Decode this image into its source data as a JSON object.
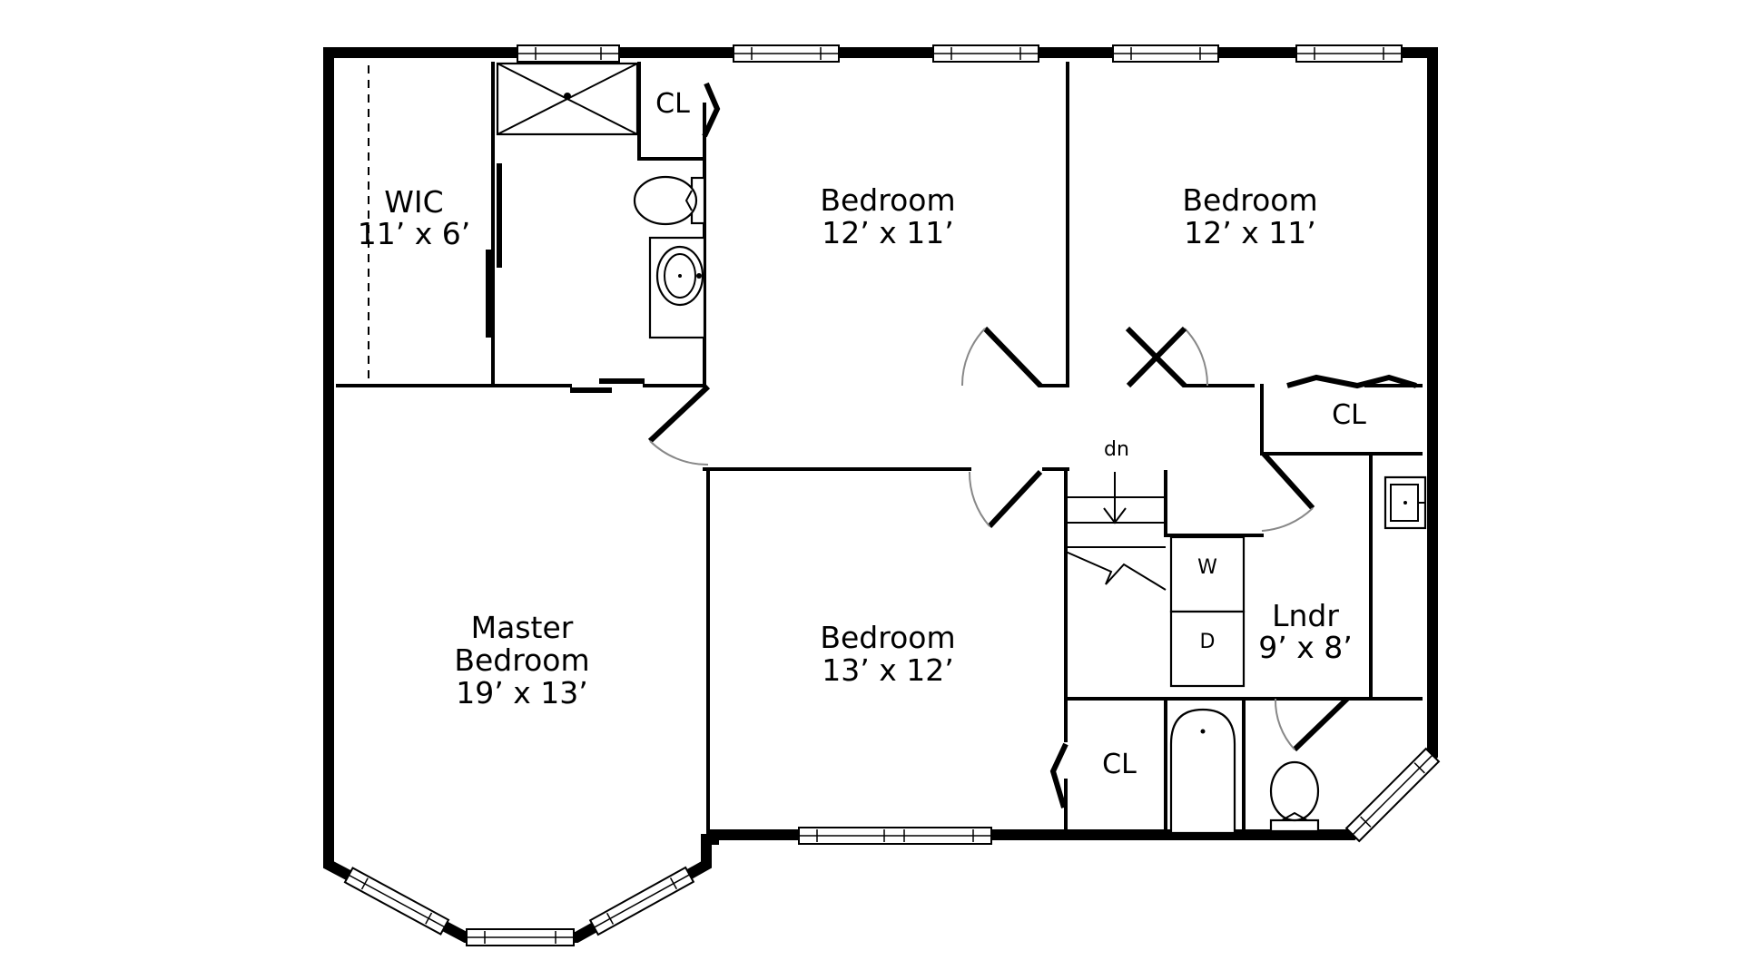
{
  "rooms": {
    "wic": {
      "name": "WIC",
      "size": "11’ x 6’"
    },
    "bedroom_1": {
      "name": "Bedroom",
      "size": "12’ x 11’"
    },
    "bedroom_2": {
      "name": "Bedroom",
      "size": "12’ x 11’"
    },
    "master_bedroom": {
      "name_line1": "Master",
      "name_line2": "Bedroom",
      "size": "19’ x 13’"
    },
    "bedroom_3": {
      "name": "Bedroom",
      "size": "13’ x 12’"
    },
    "laundry": {
      "name": "Lndr",
      "size": "9’ x 8’"
    }
  },
  "closets": {
    "top": "CL",
    "right": "CL",
    "bottom": "CL"
  },
  "appliances": {
    "washer": "W",
    "dryer": "D"
  },
  "stairs": {
    "direction": "dn"
  }
}
